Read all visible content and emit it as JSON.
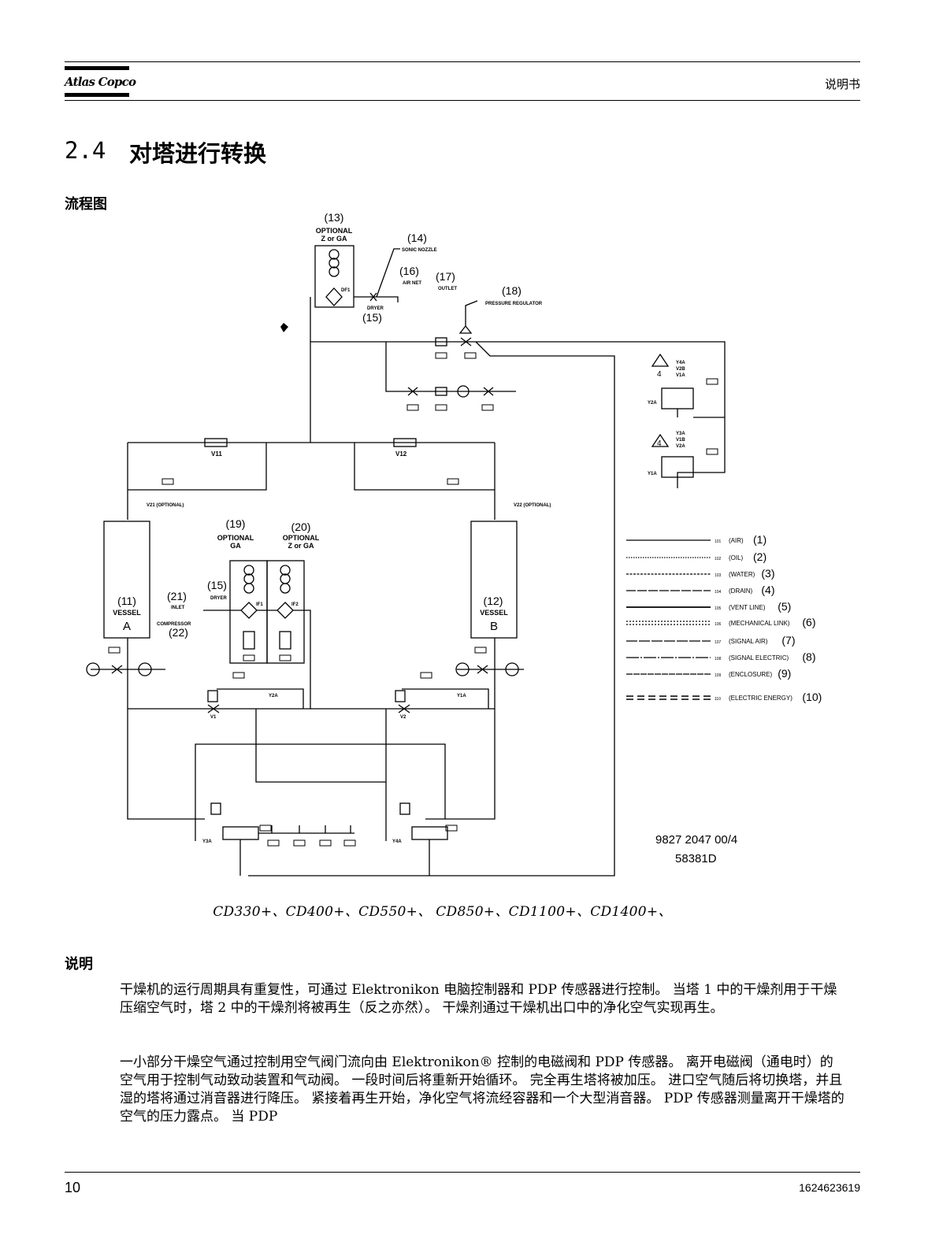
{
  "header": {
    "brand": "Atlas Copco",
    "doc_type": "说明书"
  },
  "section": {
    "number": "2.4",
    "title": "对塔进行转换"
  },
  "flowchart": {
    "heading": "流程图",
    "callouts": {
      "c13": "(13)",
      "c13_a": "OPTIONAL",
      "c13_b": "Z or GA",
      "c14": "(14)",
      "c14_t": "SONIC NOZZLE",
      "c16": "(16)",
      "c16_t": "AIR NET",
      "c17": "(17)",
      "c17_t": "OUTLET",
      "c18": "(18)",
      "c18_t": "PRESSURE REGULATOR",
      "c15_top": "(15)",
      "c15_top_t": "DRYER",
      "df1": "DF1",
      "v11": "V11",
      "v12": "V12",
      "v21": "V21 (OPTIONAL)",
      "v22": "V22 (OPTIONAL)",
      "c19": "(19)",
      "c19_a": "OPTIONAL",
      "c19_b": "GA",
      "c20": "(20)",
      "c20_a": "OPTIONAL",
      "c20_b": "Z or GA",
      "c11": "(11)",
      "c11_a": "VESSEL",
      "c11_b": "A",
      "c12": "(12)",
      "c12_a": "VESSEL",
      "c12_b": "B",
      "c21": "(21)",
      "c21_t": "INLET",
      "c22": "(22)",
      "c22_t": "COMPRESSOR",
      "c15_mid": "(15)",
      "c15_mid_t": "DRYER",
      "if1": "IF1",
      "if2": "IF2",
      "v1": "V1",
      "v2": "V2",
      "y2a_1": "Y2A",
      "y1a_1": "Y1A",
      "y3a": "Y3A",
      "y4a": "Y4A",
      "sol1": "Y4A\nV2B\nV1A",
      "sol1_lines": [
        "Y4A",
        "V2B",
        "V1A"
      ],
      "sol2_lines": [
        "Y3A",
        "V1B",
        "V2A"
      ],
      "sol_y2a": "Y2A",
      "sol_y1a": "Y1A",
      "warn": "4",
      "ref_top_1": "9827 2047 00/4",
      "ref_top_2": "58381D"
    },
    "legend": [
      {
        "code": "101",
        "name": "(AIR)",
        "num": "(1)"
      },
      {
        "code": "102",
        "name": "(OIL)",
        "num": "(2)"
      },
      {
        "code": "103",
        "name": "(WATER)",
        "num": "(3)"
      },
      {
        "code": "104",
        "name": "(DRAIN)",
        "num": "(4)"
      },
      {
        "code": "105",
        "name": "(VENT LINE)",
        "num": "(5)"
      },
      {
        "code": "106",
        "name": "(MECHANICAL LINK)",
        "num": "(6)"
      },
      {
        "code": "107",
        "name": "(SIGNAL AIR)",
        "num": "(7)"
      },
      {
        "code": "108",
        "name": "(SIGNAL ELECTRIC)",
        "num": "(8)"
      },
      {
        "code": "109",
        "name": "(ENCLOSURE)",
        "num": "(9)"
      },
      {
        "code": "110",
        "name": "(ELECTRIC ENERGY)",
        "num": "(10)"
      }
    ],
    "caption": "CD330+、CD400+、CD550+、 CD850+、CD1100+、CD1400+、"
  },
  "description": {
    "heading": "说明",
    "p1": "干燥机的运行周期具有重复性，可通过 Elektronikon 电脑控制器和 PDP 传感器进行控制。 当塔 1 中的干燥剂用于干燥压缩空气时，塔 2 中的干燥剂将被再生（反之亦然）。 干燥剂通过干燥机出口中的净化空气实现再生。",
    "p2": "一小部分干燥空气通过控制用空气阀门流向由 Elektronikon® 控制的电磁阀和 PDP 传感器。 离开电磁阀（通电时）的空气用于控制气动致动装置和气动阀。 一段时间后将重新开始循环。 完全再生塔将被加压。 进口空气随后将切换塔，并且湿的塔将通过消音器进行降压。 紧接着再生开始，净化空气将流经容器和一个大型消音器。 PDP 传感器测量离开干燥塔的空气的压力露点。 当 PDP"
  },
  "footer": {
    "page": "10",
    "doc_number": "1624623619"
  }
}
